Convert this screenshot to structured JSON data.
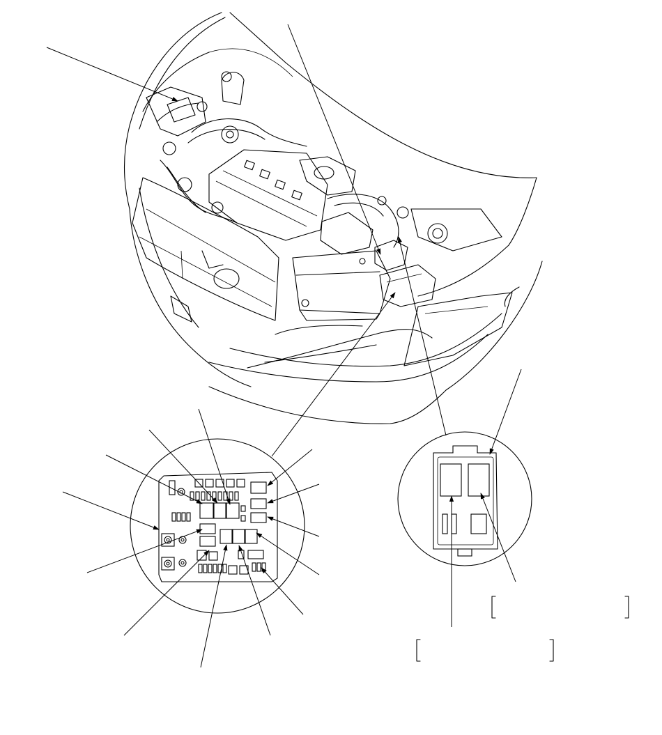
{
  "diagram": {
    "views": [
      "engine-compartment",
      "under-hood-fuse-box-detail",
      "relay-box-detail"
    ],
    "ink_color": "#000000",
    "paper_color": "#ffffff",
    "callout_labels_printed": false,
    "bracket_labels": [
      "",
      ""
    ]
  }
}
